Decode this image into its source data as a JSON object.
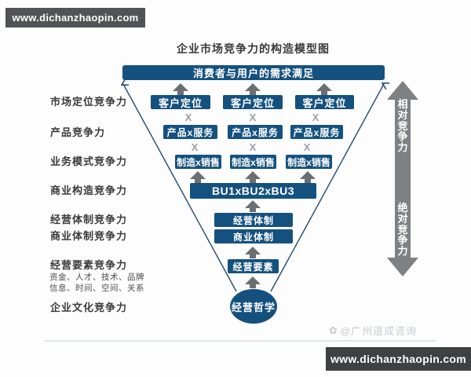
{
  "badges": {
    "top_left": "www.dichanzhaopin.com",
    "bottom_right": "www.dichanzhaopin.com"
  },
  "title": "企业市场竞争力的构造模型图",
  "funnel": {
    "top_bar": "消费者与用户的需求满足",
    "x": "X",
    "row_customer": [
      "客户定位",
      "客户定位",
      "客户定位"
    ],
    "row_product": [
      "产品x服务",
      "产品x服务",
      "产品x服务"
    ],
    "row_manufacture": [
      "制造x销售",
      "制造x销售",
      "制造x销售"
    ],
    "bu": "BU1xBU2xBU3",
    "operating_system": "经营体制",
    "business_system": "商业体制",
    "operating_elements": "经营要素",
    "philosophy": "经营哲学"
  },
  "left_labels": {
    "items": [
      "市场定位竞争力",
      "产品竞争力",
      "业务模式竞争力",
      "商业构造竞争力",
      "经营体制竞争力",
      "商业体制竞争力",
      "经营要素竞争力",
      "企业文化竞争力"
    ],
    "elements_detail_1": "资金、人才、技术、品牌",
    "elements_detail_2": "信息、时间、空间、关系"
  },
  "right_axis": {
    "top_label": "相对竞争力",
    "bottom_label": "绝对竞争力"
  },
  "watermark": "@广州道成咨询",
  "colors": {
    "box-blue": "#15517e",
    "arrow-gray": "#6b6f72",
    "axis-gray": "#7e8184",
    "outline-navy": "#24496e",
    "x-gray": "#9aa0a4",
    "badge-top-bg": "#525356",
    "badge-bottom-bg": "#3e4042",
    "watermark-gray": "#c8cccf",
    "divider": "#dde5e9"
  }
}
